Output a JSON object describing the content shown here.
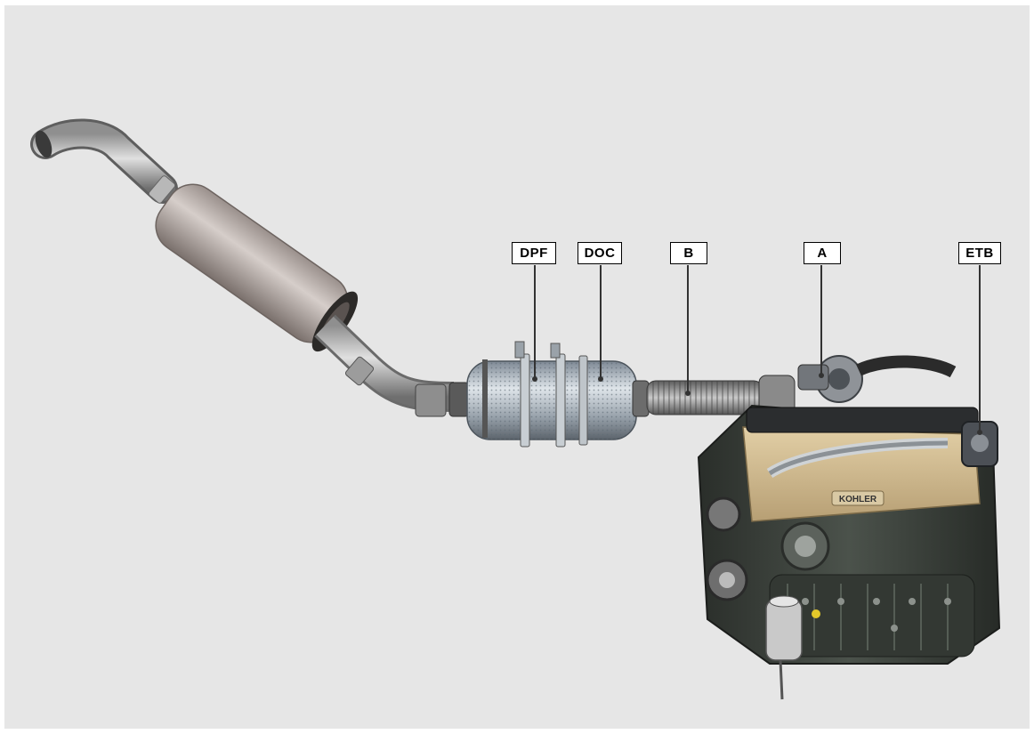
{
  "diagram": {
    "labels": [
      {
        "id": "dpf",
        "text": "DPF"
      },
      {
        "id": "doc",
        "text": "DOC"
      },
      {
        "id": "b",
        "text": "B"
      },
      {
        "id": "a",
        "text": "A"
      },
      {
        "id": "etb",
        "text": "ETB"
      }
    ],
    "engine_brand": "KOHLER"
  }
}
